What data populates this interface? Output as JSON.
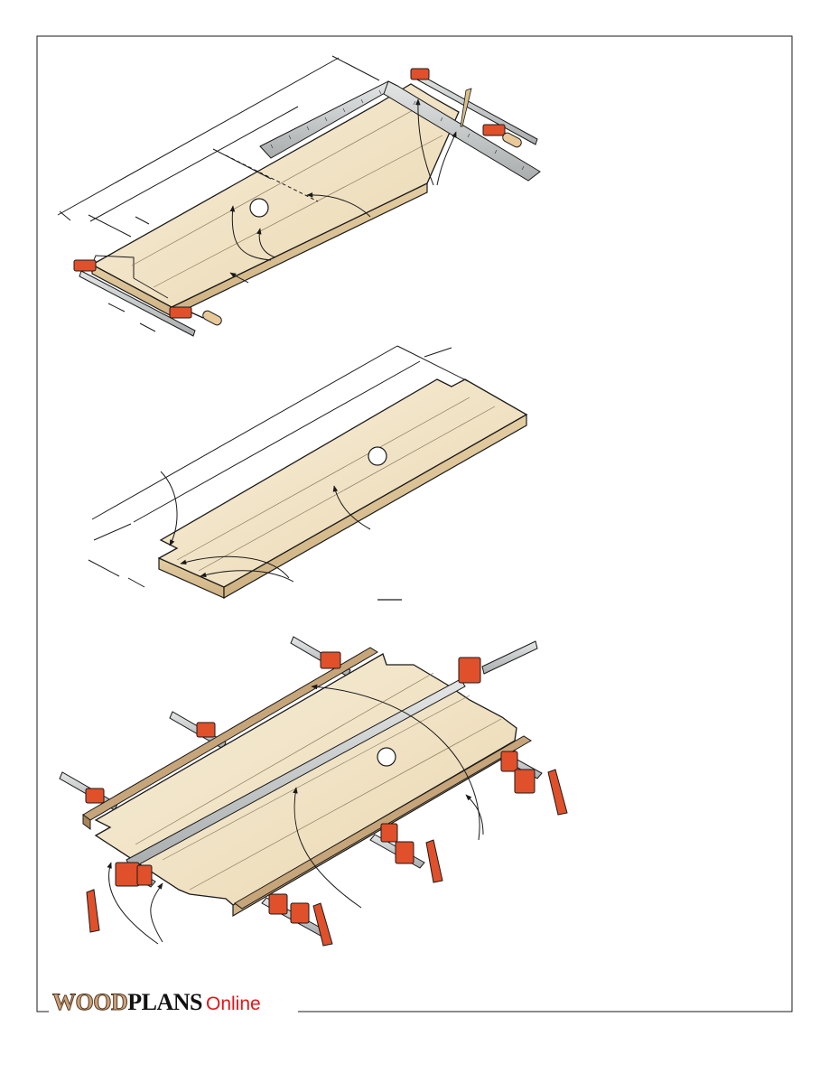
{
  "brand": {
    "part1": "WOOD",
    "part2": "PLANS",
    "part3": "Online"
  },
  "colors": {
    "board_light": "#f4e9cf",
    "board_mid": "#e9d6b0",
    "board_edge": "#d9bf91",
    "clamp_red": "#e0502a",
    "clamp_red_dark": "#b63a1c",
    "bar_steel": "#bfc2c2",
    "square_steel": "#c8cbcb",
    "handle_wood": "#e8c99a",
    "line": "#1a1a1a",
    "logo_wood": "#c9a27a",
    "logo_online": "#e4141b"
  },
  "figures": [
    {
      "name": "figure-1-clamping-two-boards",
      "callout": ""
    },
    {
      "name": "figure-2-glued-blank-with-notches",
      "callout": ""
    },
    {
      "name": "figure-3-final-glue-up-with-pipe-clamps",
      "callout": ""
    }
  ]
}
